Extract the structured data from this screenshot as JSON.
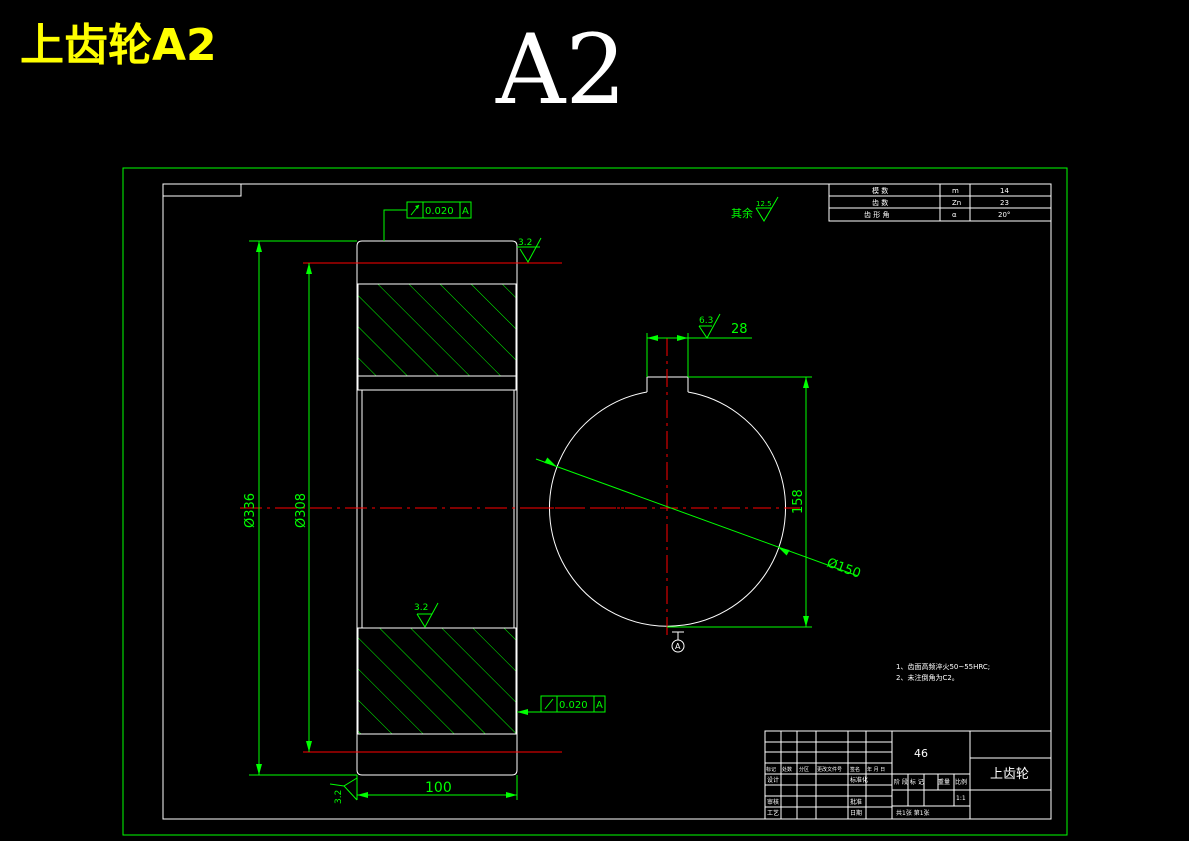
{
  "header": {
    "part_title": "上齿轮A2",
    "sheet_size": "A2"
  },
  "params_table": {
    "rows": [
      {
        "name": "模 数",
        "symbol": "m",
        "value": "14"
      },
      {
        "name": "齿 数",
        "symbol": "Zn",
        "value": "23"
      },
      {
        "name": "齿 形 角",
        "symbol": "α",
        "value": "20°"
      }
    ]
  },
  "dimensions": {
    "outer_diameter": "Ø336",
    "root_diameter": "Ø308",
    "width": "100",
    "keyway_width": "28",
    "key_depth": "158",
    "bore_diameter": "Ø150"
  },
  "roughness": {
    "rest": "其余",
    "rest_value": "12.5",
    "face_top": "3.2",
    "bore": "3.2",
    "left_bottom": "3.2",
    "keyway": "6.3"
  },
  "tolerances": {
    "runout_top": "0.020",
    "runout_top_datum": "A",
    "runout_bottom": "0.020",
    "runout_bottom_datum": "A",
    "datum_label": "A"
  },
  "notes": [
    "1、齿面高频淬火50~55HRC;",
    "2、未注倒角为C2。"
  ],
  "title_block": {
    "material": "46",
    "part_name": "上齿轮",
    "row_labels_1": [
      "标记",
      "处数",
      "分区",
      "更改文件号",
      "签名",
      "年 月 日"
    ],
    "row_labels_2": [
      "设计",
      "",
      "",
      "标准化"
    ],
    "row_labels_3": [
      "审核",
      "",
      "",
      "批准"
    ],
    "row_labels_4": [
      "工艺",
      "",
      "",
      "日期"
    ],
    "stage_labels": [
      "阶 段 标 记",
      "重量",
      "比例"
    ],
    "scale": "1:1",
    "sheets": "共1张 第1张"
  },
  "colors": {
    "line": "#FFFFFF",
    "dimension": "#00FF00",
    "centerline": "#FF0000",
    "header_text": "#FFFF00"
  }
}
